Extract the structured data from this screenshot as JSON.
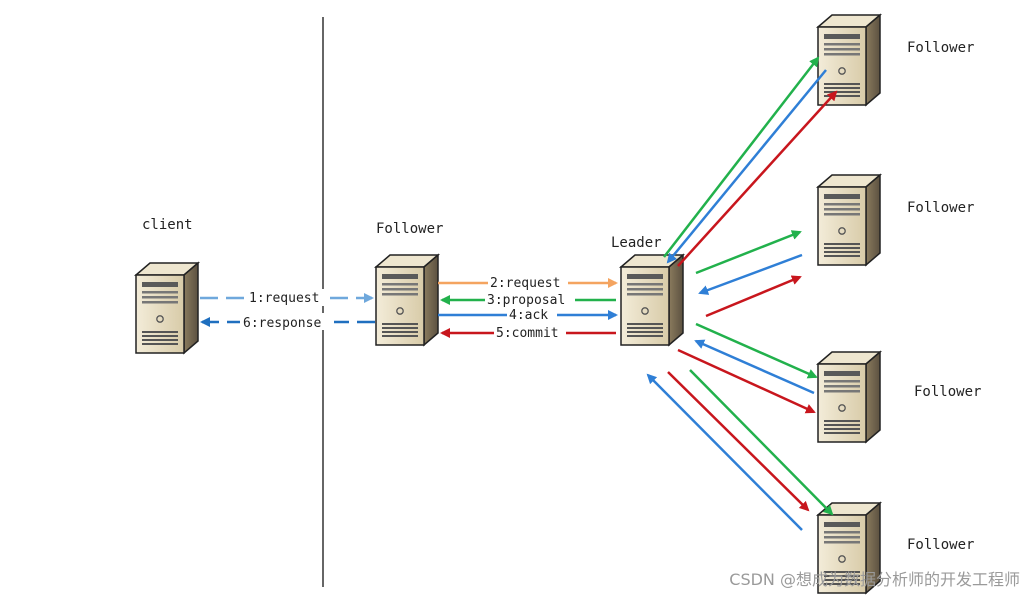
{
  "nodes": {
    "client": "client",
    "follower_mid": "Follower",
    "leader": "Leader",
    "follower_1": "Follower",
    "follower_2": "Follower",
    "follower_3": "Follower",
    "follower_4": "Follower"
  },
  "messages": {
    "m1": "1:request",
    "m2": "2:request",
    "m3": "3:proposal",
    "m4": "4:ack",
    "m5": "5:commit",
    "m6": "6:response"
  },
  "colors": {
    "request": "#f4a460",
    "proposal": "#22b14c",
    "ack": "#2f7fd6",
    "commit": "#c8161d",
    "client_arrow": "#6fa8dc"
  },
  "watermark": "CSDN @想成为数据分析师的开发工程师"
}
